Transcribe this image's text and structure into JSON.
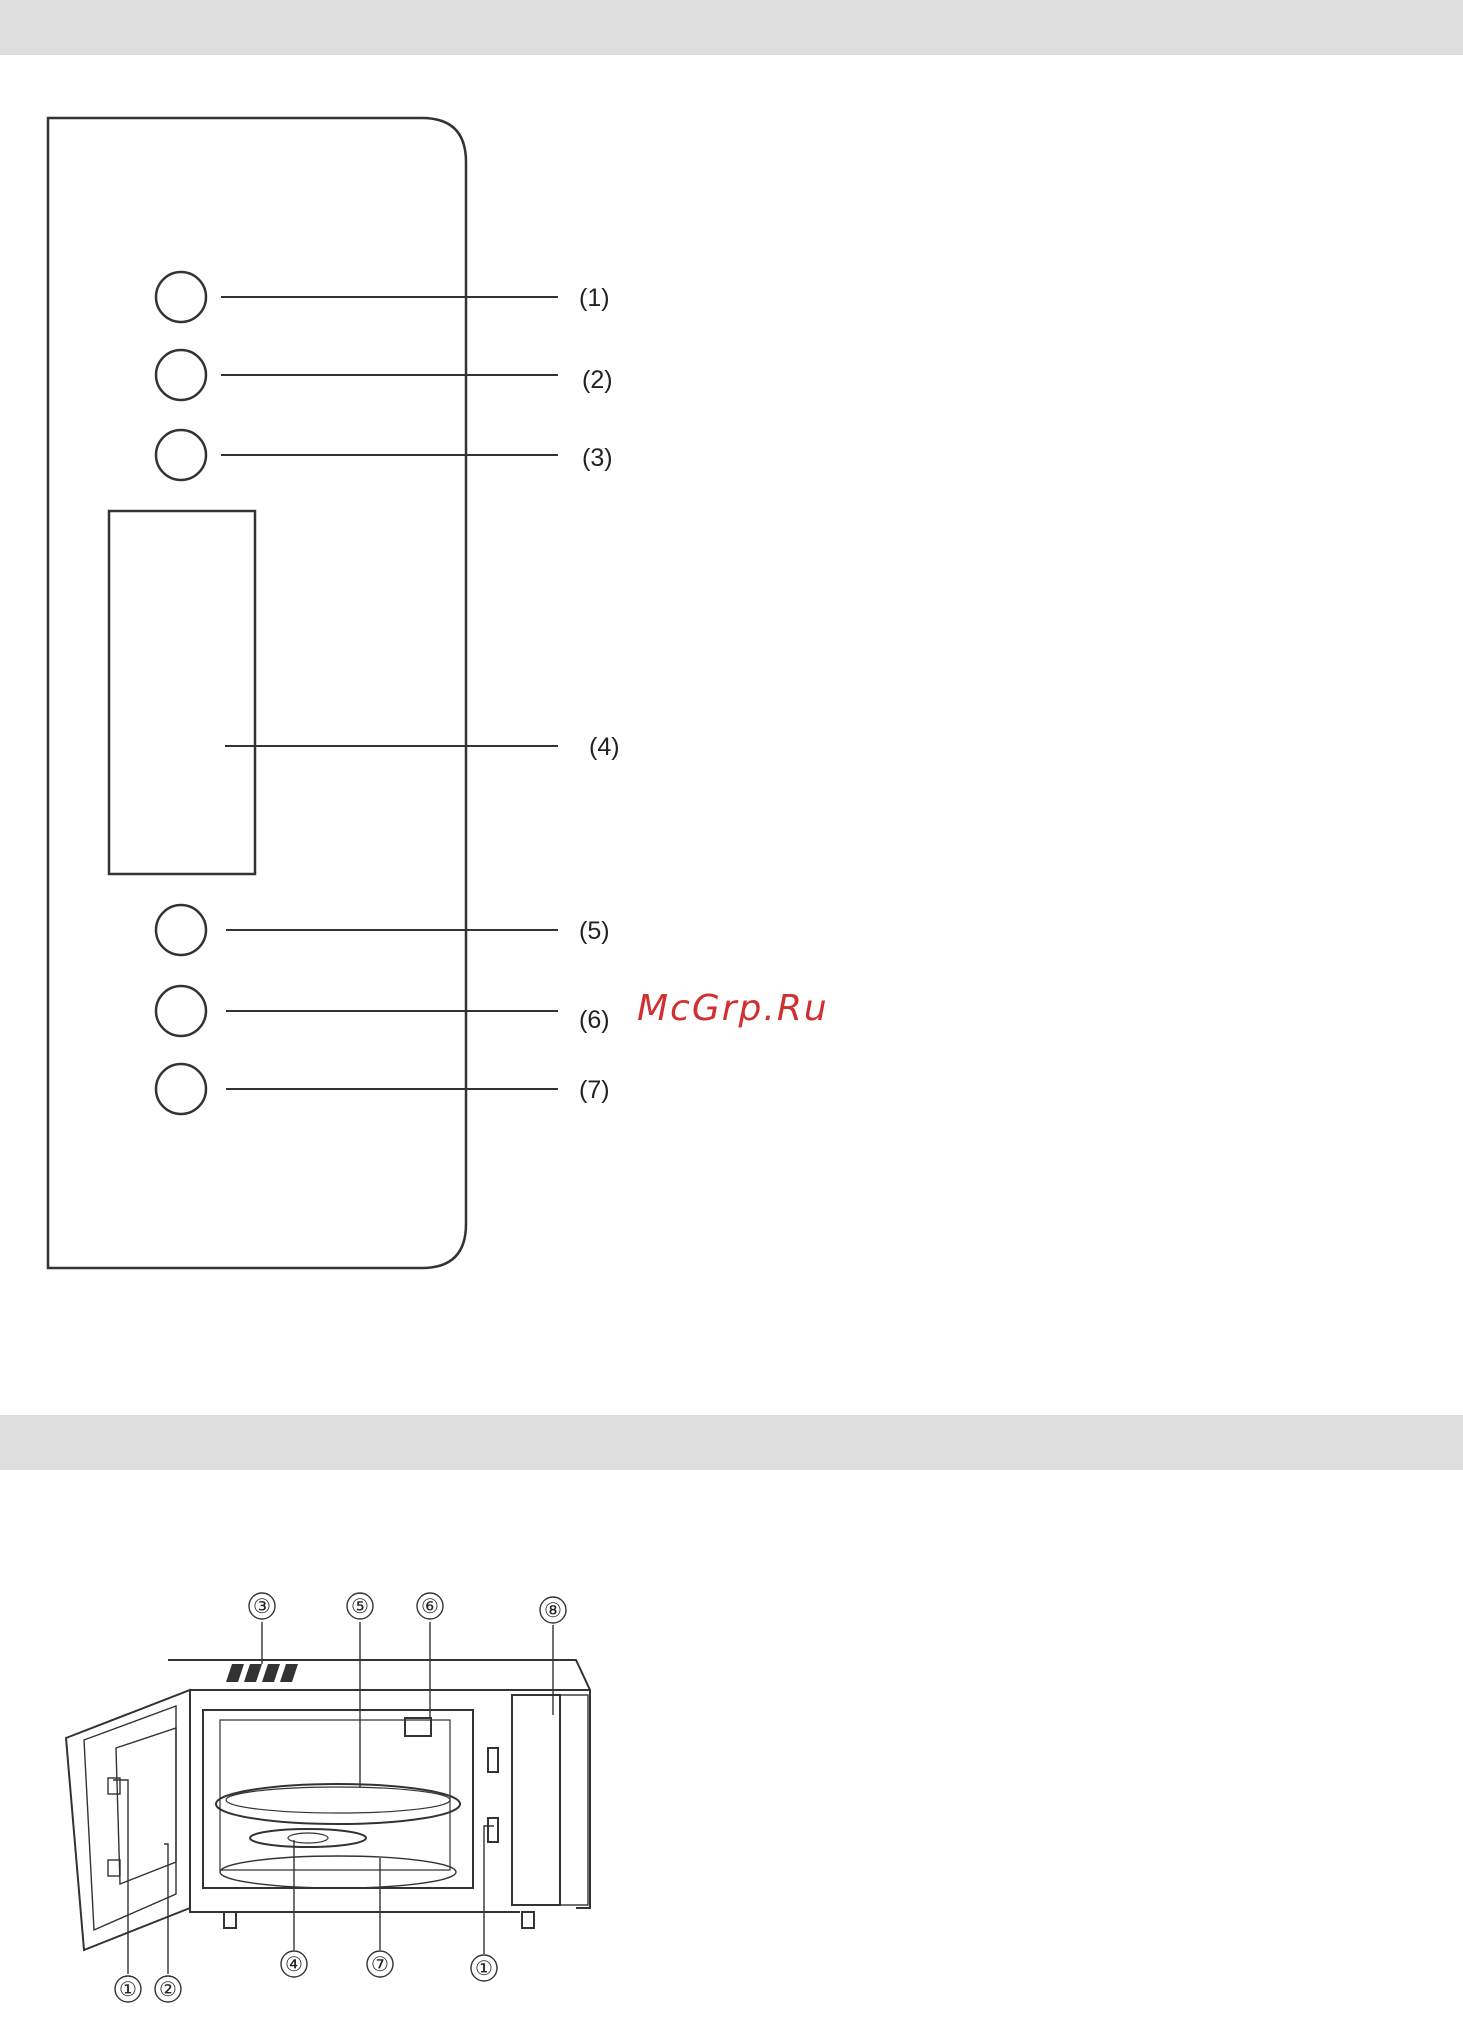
{
  "control_panel": {
    "callouts": [
      "(1)",
      "(2)",
      "(3)",
      "(4)",
      "(5)",
      "(6)",
      "(7)"
    ]
  },
  "oven_diagram": {
    "markers": [
      "③",
      "⑤",
      "⑥",
      "⑧",
      "①",
      "②",
      "④",
      "⑦",
      "①"
    ]
  },
  "watermark": "McGrp.Ru",
  "colors": {
    "band": "#dedede",
    "line": "#333333",
    "watermark": "#d03030"
  }
}
